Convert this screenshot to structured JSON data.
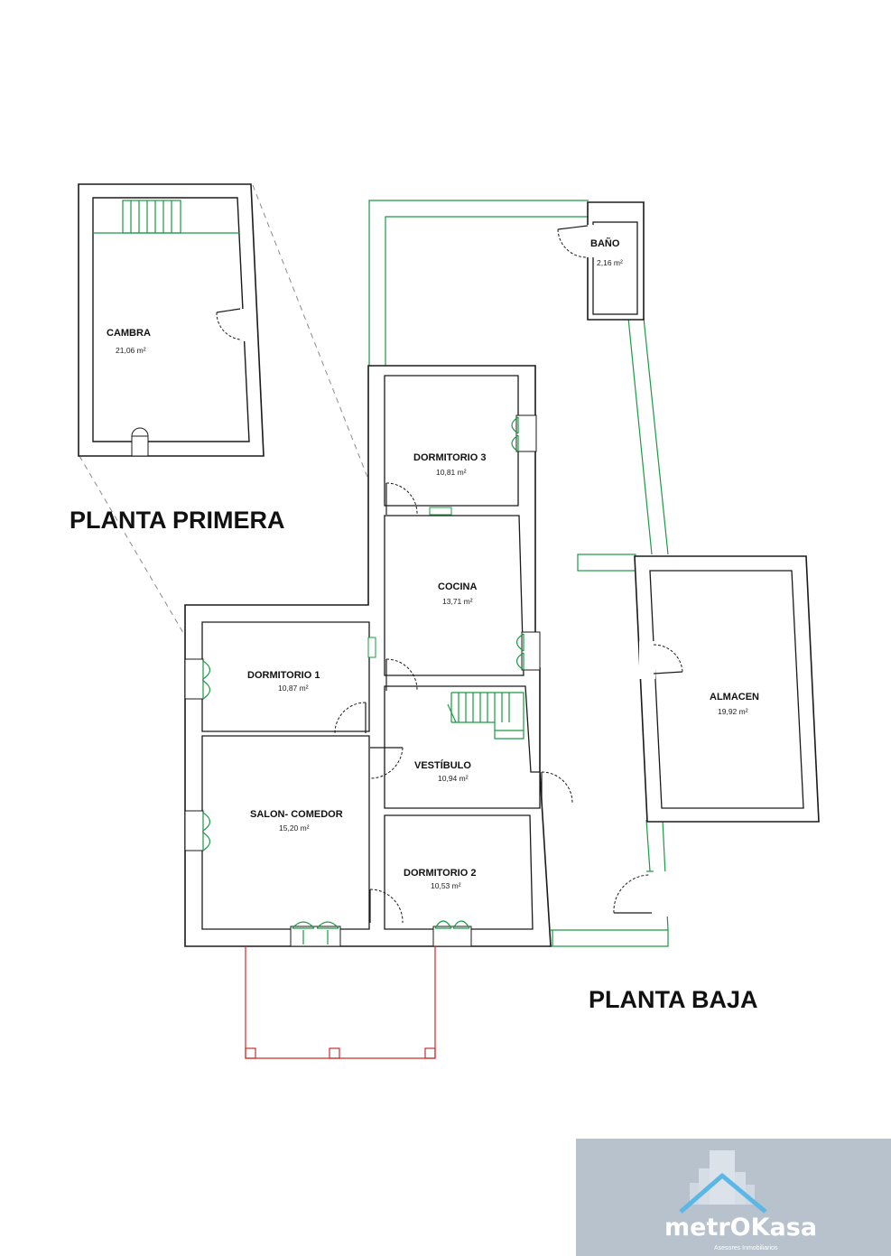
{
  "floors": {
    "upper": {
      "title": "PLANTA PRIMERA"
    },
    "ground": {
      "title": "PLANTA BAJA"
    }
  },
  "rooms": {
    "cambra": {
      "name": "CAMBRA",
      "area": "21,06 m²"
    },
    "bano": {
      "name": "BAÑO",
      "area": "2,16 m²"
    },
    "dormitorio3": {
      "name": "DORMITORIO 3",
      "area": "10,81 m²"
    },
    "cocina": {
      "name": "COCINA",
      "area": "13,71 m²"
    },
    "dormitorio1": {
      "name": "DORMITORIO 1",
      "area": "10,87 m²"
    },
    "vestibulo": {
      "name": "VESTÍBULO",
      "area": "10,94 m²"
    },
    "salon": {
      "name": "SALON- COMEDOR",
      "area": "15,20 m²"
    },
    "dormitorio2": {
      "name": "DORMITORIO 2",
      "area": "10,53 m²"
    },
    "almacen": {
      "name": "ALMACEN",
      "area": "19,92 m²"
    }
  },
  "logo": {
    "brand": "metrOKasa",
    "tagline": "Asesores Inmobiliarios"
  },
  "colors": {
    "window_green": "#1a9a44",
    "porch_red": "#cc2b2b",
    "logo_bg": "#b7c2cd"
  }
}
